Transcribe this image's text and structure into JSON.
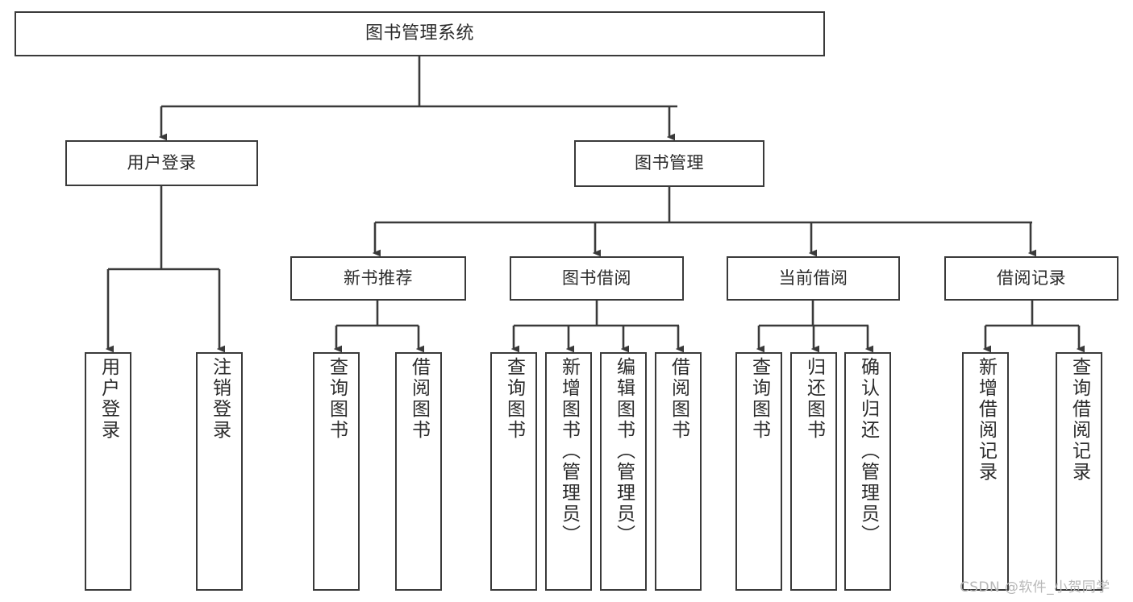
{
  "diagram": {
    "type": "tree-hierarchy",
    "title": "图书管理系统",
    "watermark": "CSDN @软件_小贺同学",
    "colors": {
      "node_border": "#3a3a3a",
      "node_fill": "#ffffff",
      "edge": "#3a3a3a",
      "text": "#2b2b2b",
      "background": "#ffffff",
      "watermark": "#b8b8b8"
    },
    "nodes": {
      "root": {
        "label": "图书管理系统"
      },
      "level2": [
        {
          "id": "user-login",
          "label": "用户登录"
        },
        {
          "id": "book-management",
          "label": "图书管理"
        }
      ],
      "level3": [
        {
          "id": "new-book-recommend",
          "label": "新书推荐"
        },
        {
          "id": "book-borrow",
          "label": "图书借阅"
        },
        {
          "id": "current-borrow",
          "label": "当前借阅"
        },
        {
          "id": "borrow-record",
          "label": "借阅记录"
        }
      ],
      "leaves": {
        "user_login": [
          {
            "id": "leaf-user-login",
            "label": "用户登录"
          },
          {
            "id": "leaf-logout-login",
            "label": "注销登录"
          }
        ],
        "new_book_recommend": [
          {
            "id": "leaf-query-book-1",
            "label": "查询图书"
          },
          {
            "id": "leaf-borrow-book-1",
            "label": "借阅图书"
          }
        ],
        "book_borrow": [
          {
            "id": "leaf-query-book-2",
            "label": "查询图书"
          },
          {
            "id": "leaf-add-book",
            "label": "新增图书（管理员）"
          },
          {
            "id": "leaf-edit-book",
            "label": "编辑图书（管理员）"
          },
          {
            "id": "leaf-borrow-book-2",
            "label": "借阅图书"
          }
        ],
        "current_borrow": [
          {
            "id": "leaf-query-book-3",
            "label": "查询图书"
          },
          {
            "id": "leaf-return-book",
            "label": "归还图书"
          },
          {
            "id": "leaf-confirm-return",
            "label": "确认归还（管理员）"
          }
        ],
        "borrow_record": [
          {
            "id": "leaf-add-borrow-record",
            "label": "新增借阅记录"
          },
          {
            "id": "leaf-query-borrow-record",
            "label": "查询借阅记录"
          }
        ]
      }
    },
    "edges": [
      {
        "from": "图书管理系统",
        "to": "用户登录"
      },
      {
        "from": "图书管理系统",
        "to": "图书管理"
      },
      {
        "from": "用户登录",
        "to": "用户登录"
      },
      {
        "from": "用户登录",
        "to": "注销登录"
      },
      {
        "from": "图书管理",
        "to": "新书推荐"
      },
      {
        "from": "图书管理",
        "to": "图书借阅"
      },
      {
        "from": "图书管理",
        "to": "当前借阅"
      },
      {
        "from": "图书管理",
        "to": "借阅记录"
      },
      {
        "from": "新书推荐",
        "to": "查询图书"
      },
      {
        "from": "新书推荐",
        "to": "借阅图书"
      },
      {
        "from": "图书借阅",
        "to": "查询图书"
      },
      {
        "from": "图书借阅",
        "to": "新增图书（管理员）"
      },
      {
        "from": "图书借阅",
        "to": "编辑图书（管理员）"
      },
      {
        "from": "图书借阅",
        "to": "借阅图书"
      },
      {
        "from": "当前借阅",
        "to": "查询图书"
      },
      {
        "from": "当前借阅",
        "to": "归还图书"
      },
      {
        "from": "当前借阅",
        "to": "确认归还（管理员）"
      },
      {
        "from": "借阅记录",
        "to": "新增借阅记录"
      },
      {
        "from": "借阅记录",
        "to": "查询借阅记录"
      }
    ]
  }
}
